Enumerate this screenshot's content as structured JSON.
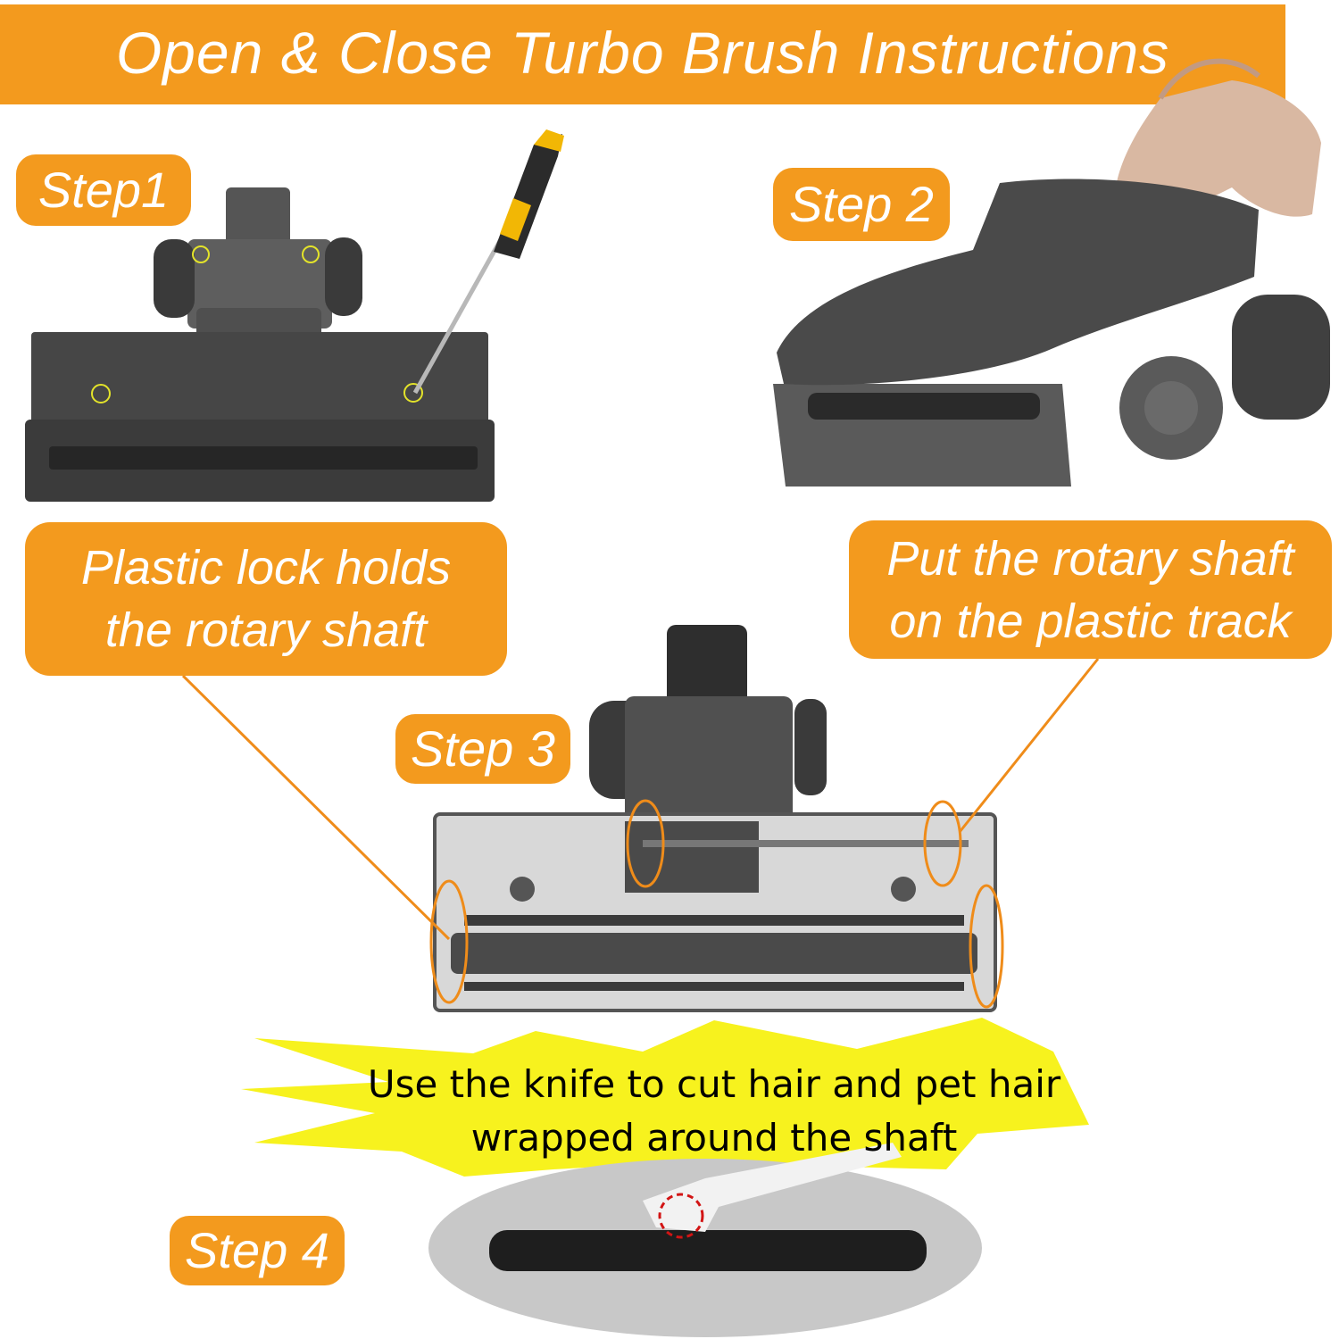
{
  "title": "Open & Close Turbo Brush Instructions",
  "steps": {
    "step1": "Step1",
    "step2": "Step 2",
    "step3": "Step 3",
    "step4": "Step 4"
  },
  "callouts": {
    "left": {
      "line1": "Plastic lock holds",
      "line2": "the rotary shaft"
    },
    "right": {
      "line1": "Put the rotary shaft",
      "line2": "on the plastic track"
    }
  },
  "knife_note": {
    "line1": "Use the knife to cut hair and pet hair",
    "line2": "wrapped around the shaft"
  },
  "colors": {
    "accent": "#f39a1e",
    "starburst": "#f7f21e",
    "device": "#4a4a4a",
    "screwdriver_handle": "#f2b705"
  }
}
